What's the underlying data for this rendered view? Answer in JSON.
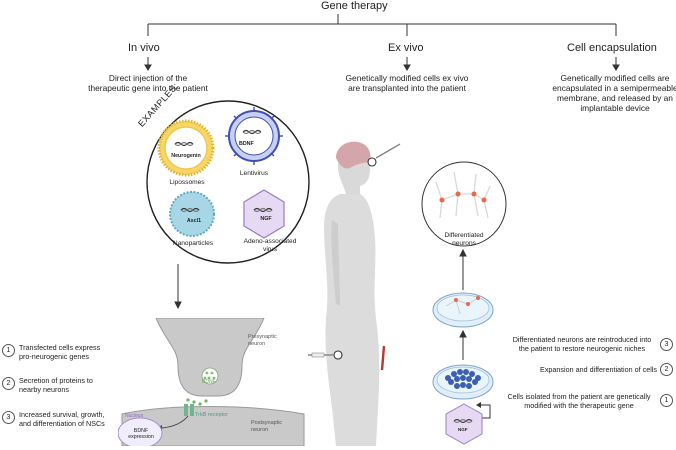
{
  "title": "Gene therapy",
  "columns": {
    "in_vivo": {
      "label": "In vivo",
      "desc_line1": "Direct injection of the",
      "desc_line2": "therapeutic gene into the patient"
    },
    "ex_vivo": {
      "label": "Ex vivo",
      "desc_line1": "Genetically modified cells ex vivo",
      "desc_line2": "are transplanted into the patient"
    },
    "encapsulation": {
      "label": "Cell encapsulation",
      "desc_line1": "Genetically modified cells are",
      "desc_line2": "encapsulated in a semipermeable",
      "desc_line3": "membrane, and released by an",
      "desc_line4": "implantable device"
    }
  },
  "examples": {
    "label": "EXAMPLES:",
    "liposomes": {
      "name": "Lipossomes",
      "gene": "Neurogenin"
    },
    "lentivirus": {
      "name": "Lentivirus",
      "gene": "BDNF"
    },
    "nanoparticles": {
      "name": "Nanoparticles",
      "gene": "Ascl1"
    },
    "aav": {
      "name_line1": "Adeno-associated",
      "name_line2": "virus",
      "gene": "NGF"
    }
  },
  "synapse": {
    "presynaptic_line1": "Presynaptic",
    "presynaptic_line2": "neuron",
    "bdnf": "BDNF",
    "receptor": "TrkB receptor",
    "postsynaptic_line1": "Postsynaptic",
    "postsynaptic_line2": "neuron",
    "nucleus": "Nucleus",
    "expression_line1": "BDNF",
    "expression_line2": "expression"
  },
  "left_steps": [
    {
      "num": "1",
      "line1": "Transfected cells express",
      "line2": "pro-neurogenic genes"
    },
    {
      "num": "2",
      "line1": "Secretion of proteins to",
      "line2": "nearby neurons"
    },
    {
      "num": "3",
      "line1": "Increased survival, growth,",
      "line2": "and differentiation of NSCs"
    }
  ],
  "right_steps": [
    {
      "num": "3",
      "line1": "Differentiated neurons are reintroduced into",
      "line2": "the patient to restore neurogenic niches"
    },
    {
      "num": "2",
      "line1": "Expansion and differentiation of cells",
      "line2": ""
    },
    {
      "num": "1",
      "line1": "Cells isolated from the patient are genetically",
      "line2": "modified with the therapeutic gene"
    }
  ],
  "differentiated": {
    "line1": "Differentiated",
    "line2": "neurons"
  },
  "dna_label": "NGF"
}
